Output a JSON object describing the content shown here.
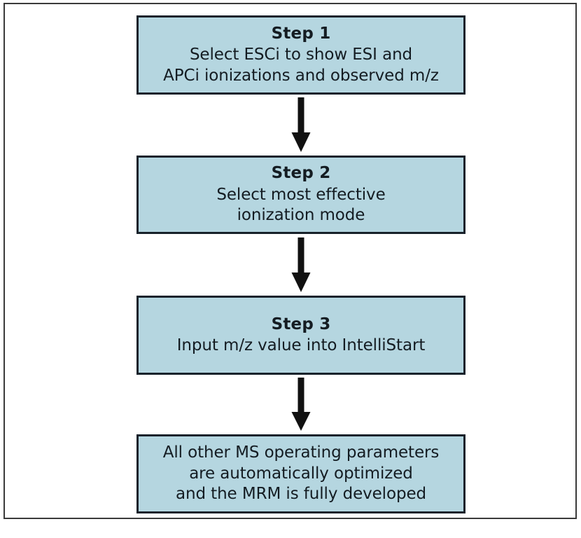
{
  "diagram": {
    "type": "flowchart",
    "orientation": "vertical",
    "colors": {
      "node_fill": "#b5d6e0",
      "node_border": "#18222b",
      "arrow": "#111111",
      "frame_border": "#3a3a3a",
      "background": "#ffffff",
      "text": "#141c22"
    },
    "nodes": [
      {
        "id": "step-1",
        "title": "Step 1",
        "lines": [
          "Select ESCi to show ESI and",
          "APCi ionizations and observed m/z"
        ]
      },
      {
        "id": "step-2",
        "title": "Step 2",
        "lines": [
          "Select most effective",
          "ionization mode"
        ]
      },
      {
        "id": "step-3",
        "title": "Step 3",
        "lines": [
          "Input m/z value into IntelliStart"
        ]
      },
      {
        "id": "outcome",
        "title": "",
        "lines": [
          "All other MS operating parameters",
          "are automatically optimized",
          "and the MRM is fully developed"
        ]
      }
    ],
    "connectors": [
      {
        "id": "arrow-1",
        "icon": "down-arrow-icon",
        "from": "step-1",
        "to": "step-2"
      },
      {
        "id": "arrow-2",
        "icon": "down-arrow-icon",
        "from": "step-2",
        "to": "step-3"
      },
      {
        "id": "arrow-3",
        "icon": "down-arrow-icon",
        "from": "step-3",
        "to": "outcome"
      }
    ]
  }
}
